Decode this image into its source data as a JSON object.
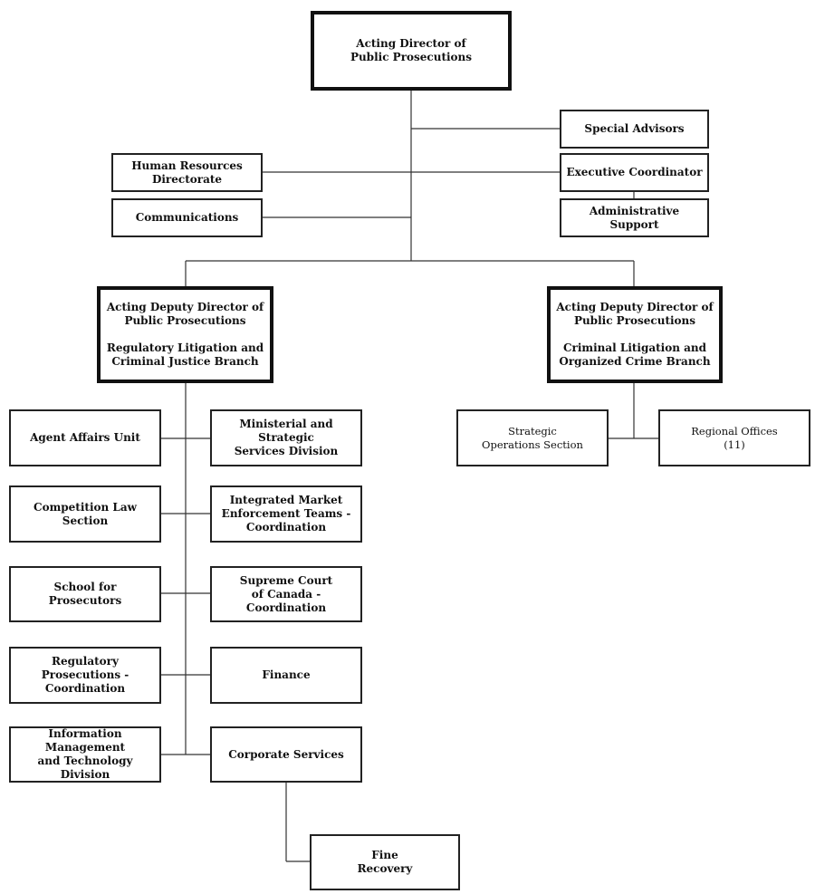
{
  "boxes": {
    "director": "Acting Director of\nPublic Prosecutions",
    "special_advisors": "Special Advisors",
    "hr": "Human Resources\nDirectorate",
    "executive_coordinator": "Executive Coordinator",
    "communications": "Communications",
    "admin_support": "Administrative Support",
    "deputy_regulatory": "Acting Deputy Director of\nPublic Prosecutions\n\nRegulatory Litigation and\nCriminal Justice Branch",
    "deputy_criminal": "Acting Deputy Director of\nPublic Prosecutions\n\nCriminal Litigation and\nOrganized Crime Branch",
    "agent_affairs": "Agent Affairs Unit",
    "ministerial": "Ministerial and Strategic\nServices Division",
    "competition_law": "Competition Law\nSection",
    "imet": "Integrated Market\nEnforcement Teams -\nCoordination",
    "school": "School for\nProsecutors",
    "supreme_court": "Supreme Court\nof Canada - Coordination",
    "regulatory_prosecutions": "Regulatory\nProsecutions -\nCoordination",
    "finance": "Finance",
    "imtd": "Information Management\nand Technology Division",
    "corporate_services": "Corporate Services",
    "fine_recovery": "Fine\nRecovery",
    "strategic_ops": "Strategic\nOperations Section",
    "regional_offices": "Regional Offices\n(11)"
  }
}
